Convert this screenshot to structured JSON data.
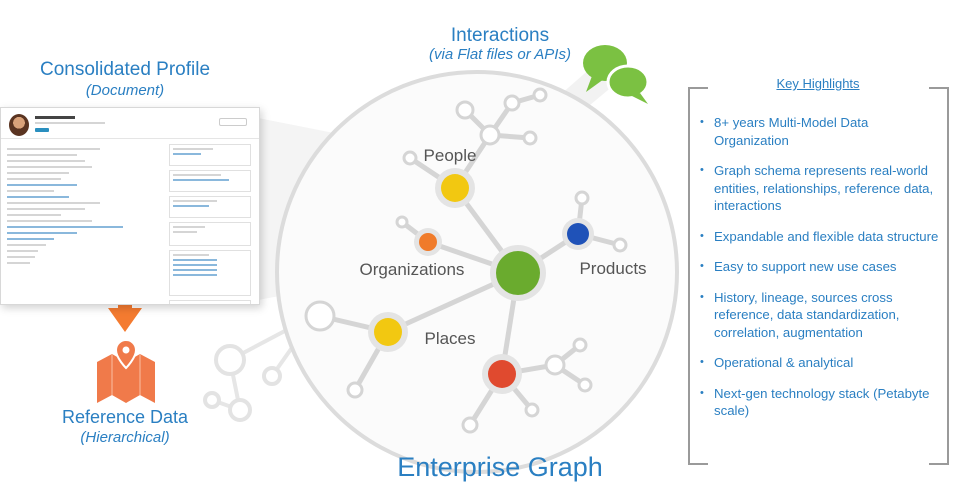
{
  "interactions": {
    "title": "Interactions",
    "subtitle": "(via Flat files or APIs)"
  },
  "profile": {
    "title": "Consolidated Profile",
    "subtitle": "(Document)"
  },
  "reference": {
    "title": "Reference Data",
    "subtitle": "(Hierarchical)"
  },
  "graph": {
    "title": "Enterprise Graph",
    "labels": {
      "people": "People",
      "organizations": "Organizations",
      "products": "Products",
      "places": "Places"
    }
  },
  "highlights": {
    "title": "Key Highlights",
    "items": [
      "8+ years Multi-Model Data Organization",
      "Graph schema represents real-world entities, relationships, reference data, interactions",
      "Expandable and flexible data structure",
      "Easy to support new use cases",
      "History, lineage, sources cross reference, data standardization, correlation, augmentation",
      "Operational & analytical",
      "Next-gen technology stack (Petabyte scale)"
    ]
  },
  "colors": {
    "text_blue": "#2a7fc2",
    "people_node": "#f2c811",
    "organizations_node": "#f07b2a",
    "products_node": "#1f52b8",
    "center_node": "#6aab2e",
    "places_node": "#f2c811",
    "bottom_node": "#e04a2f",
    "chat_bubble": "#7bc142",
    "arrow": "#f47b30",
    "map_icon": "#f07a4a"
  },
  "icons": [
    "chat-bubbles-icon",
    "down-arrow-icon",
    "map-pin-icon"
  ]
}
